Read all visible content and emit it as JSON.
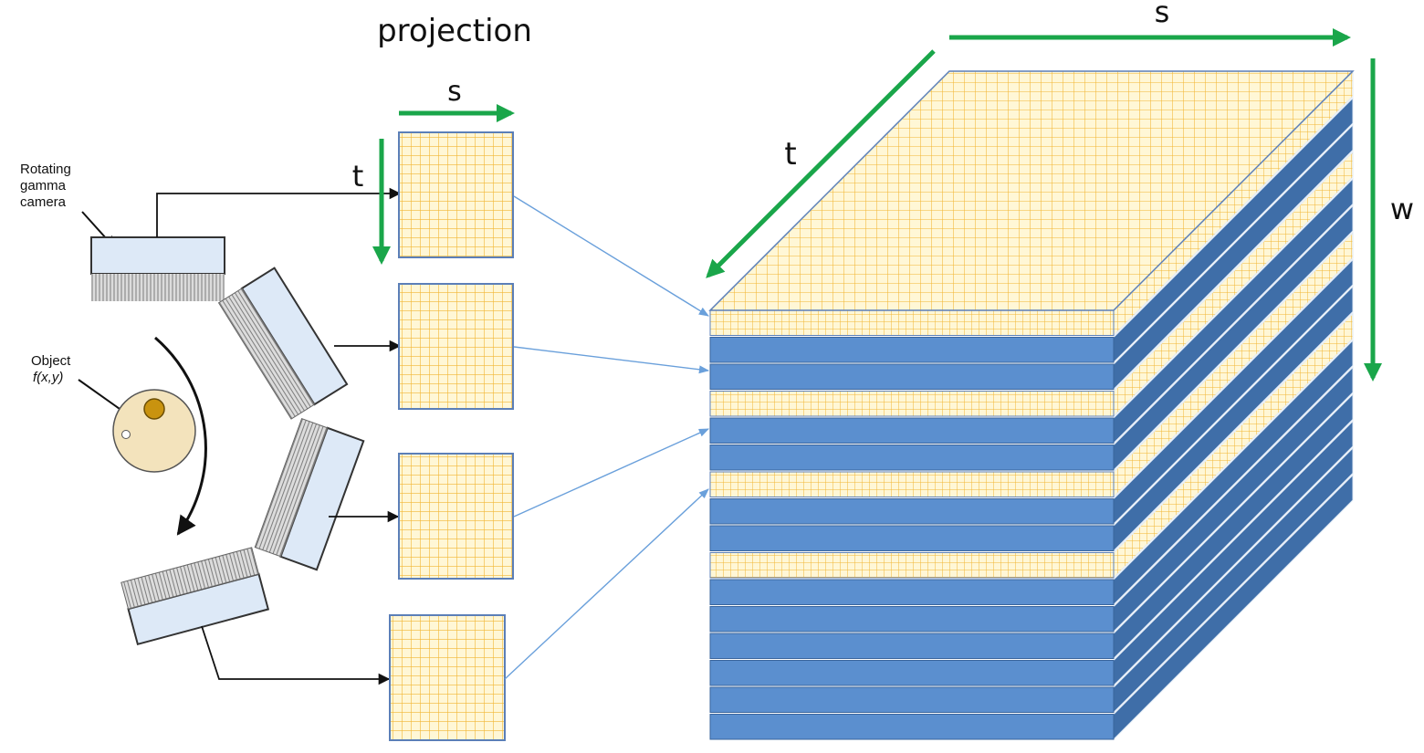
{
  "title": "projection",
  "labels": {
    "camera": [
      "Rotating",
      "gamma",
      "camera"
    ],
    "object": [
      "Object",
      "f(x,y)"
    ],
    "proj_s": "s",
    "proj_t": "t",
    "cube_s": "s",
    "cube_t": "t",
    "cube_w": "w"
  },
  "colors": {
    "green": "#1aa64a",
    "grid_line": "#f2b632",
    "grid_fill": "#fff7d6",
    "tile_border": "#5b7fb8",
    "slab_front": "#5b8fcf",
    "slab_side": "#3f6ea8",
    "camera_fill": "#dde9f7",
    "object_fill": "#f3e3bc",
    "object_dot": "#c9930f",
    "link_arrow": "#6aa0db"
  },
  "icons": [
    "gamma-camera-icon",
    "object-phantom-icon",
    "rotation-arrow-icon"
  ],
  "projections_count": 4,
  "stack_slabs_count": 16
}
